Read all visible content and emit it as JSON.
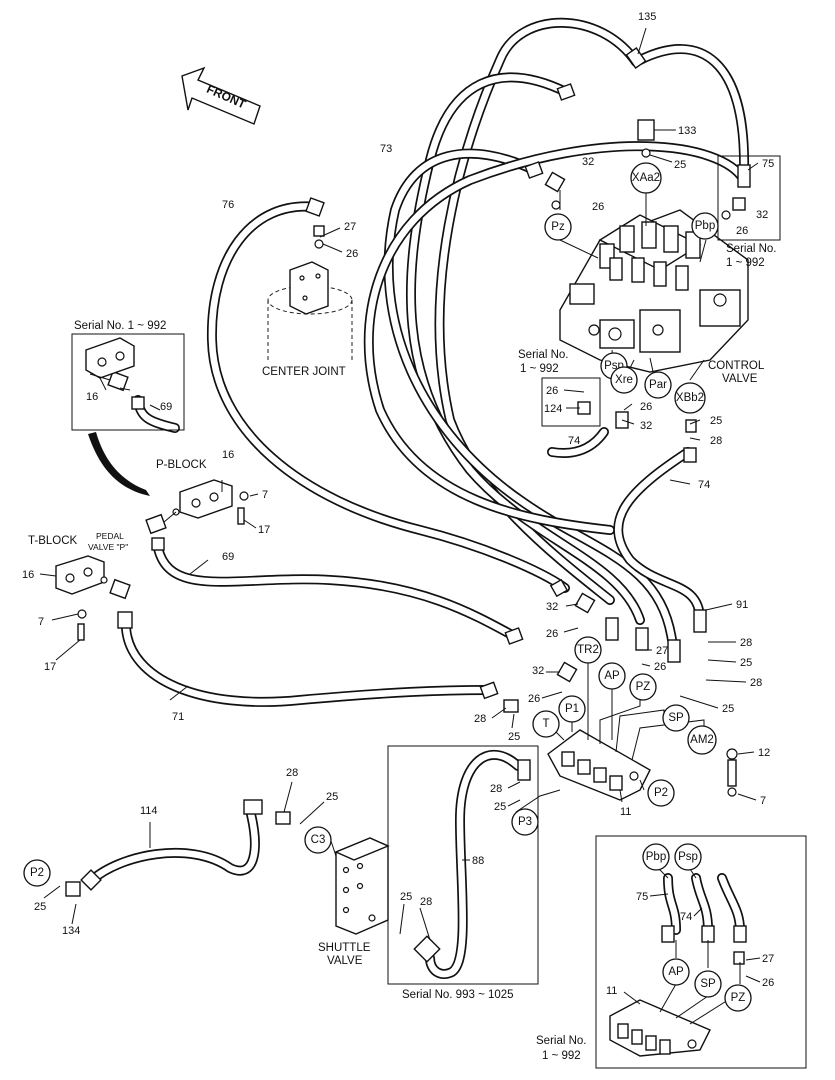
{
  "front_arrow": {
    "label": "FRONT"
  },
  "labels": {
    "center_joint": "CENTER JOINT",
    "control_valve_1": "CONTROL",
    "control_valve_2": "VALVE",
    "p_block": "P-BLOCK",
    "t_block": "T-BLOCK",
    "pedal_valve_1": "PEDAL",
    "pedal_valve_2": "VALVE \"P\"",
    "shuttle_valve_1": "SHUTTLE",
    "shuttle_valve_2": "VALVE",
    "serial_top_left": "Serial No. 1 ~ 992",
    "serial_cv_1": "Serial No.",
    "serial_cv_2": "1 ~ 992",
    "serial_right_1": "Serial No.",
    "serial_right_2": "1 ~ 992",
    "serial_middle": "Serial No. 993 ~ 1025",
    "serial_bottom_1": "Serial No.",
    "serial_bottom_2": "1 ~ 992"
  },
  "ports": {
    "xaa2": "XAa2",
    "pz_top": "Pz",
    "pbp_top": "Pbp",
    "psp_top": "Psp",
    "xre": "Xre",
    "par": "Par",
    "xbb2": "XBb2",
    "tr2": "TR2",
    "ap": "AP",
    "pz_mid": "PZ",
    "p1": "P1",
    "t": "T",
    "sp": "SP",
    "am2": "AM2",
    "p2_right": "P2",
    "p3": "P3",
    "c3": "C3",
    "p2_left": "P2",
    "pbp_inset": "Pbp",
    "psp_inset": "Psp",
    "ap_inset": "AP",
    "sp_inset": "SP",
    "pz_inset": "PZ"
  },
  "callouts": {
    "n135": "135",
    "n133": "133",
    "n25_a": "25",
    "n75": "75",
    "n32_a": "32",
    "n26_a": "26",
    "n32_b": "32",
    "n26_b": "26",
    "n73": "73",
    "n76": "76",
    "n27_a": "27",
    "n26_c": "26",
    "n16_a": "16",
    "n69_a": "69",
    "n16_b": "16",
    "n7_a": "7",
    "n17_a": "17",
    "n16_c": "16",
    "n7_b": "7",
    "n17_b": "17",
    "n69_b": "69",
    "n26_d": "26",
    "n124": "124",
    "n74_a": "74",
    "n26_e": "26",
    "n32_c": "32",
    "n25_b": "25",
    "n28_a": "28",
    "n74_b": "74",
    "n32_d": "32",
    "n26_f": "26",
    "n91": "91",
    "n28_b": "28",
    "n27_b": "27",
    "n26_g": "26",
    "n25_c": "25",
    "n28_c": "28",
    "n32_e": "32",
    "n26_h": "26",
    "n25_d": "25",
    "n28_d": "28",
    "n25_e": "25",
    "n71": "71",
    "n12": "12",
    "n7_c": "7",
    "n11_a": "11",
    "n28_e": "28",
    "n25_f": "25",
    "n88": "88",
    "n28_f": "28",
    "n25_g": "25",
    "n114": "114",
    "n28_g": "28",
    "n25_h": "25",
    "n25_i": "25",
    "n134": "134",
    "n75_b": "75",
    "n74_c": "74",
    "n27_c": "27",
    "n26_i": "26",
    "n11_b": "11"
  }
}
